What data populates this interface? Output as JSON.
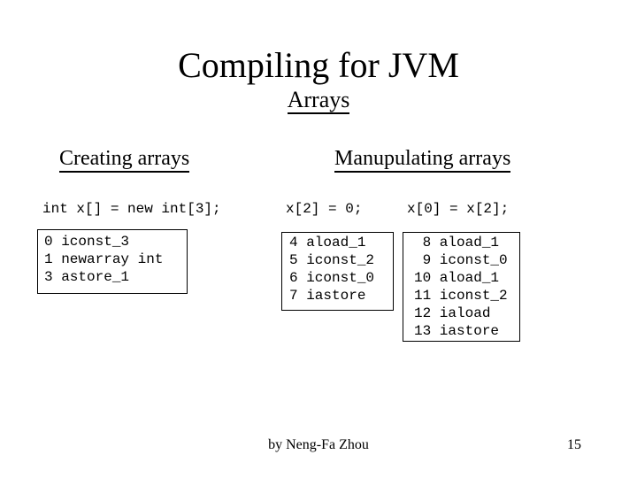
{
  "slide": {
    "title": "Compiling for JVM",
    "subtitle": "Arrays",
    "background_color": "#ffffff",
    "text_color": "#000000",
    "footer": {
      "author": "by Neng-Fa Zhou",
      "page_number": "15"
    }
  },
  "columns": [
    {
      "heading": "Creating arrays",
      "examples": [
        {
          "source": "int x[] = new int[3];",
          "bytecode": [
            "0 iconst_3",
            "1 newarray int",
            "3 astore_1"
          ]
        }
      ]
    },
    {
      "heading": "Manupulating arrays",
      "examples": [
        {
          "source": "x[2] = 0;",
          "bytecode": [
            "4 aload_1",
            "5 iconst_2",
            "6 iconst_0",
            "7 iastore"
          ]
        },
        {
          "source": "x[0] = x[2];",
          "bytecode": [
            " 8 aload_1",
            " 9 iconst_0",
            "10 aload_1",
            "11 iconst_2",
            "12 iaload",
            "13 iastore"
          ]
        }
      ]
    }
  ]
}
